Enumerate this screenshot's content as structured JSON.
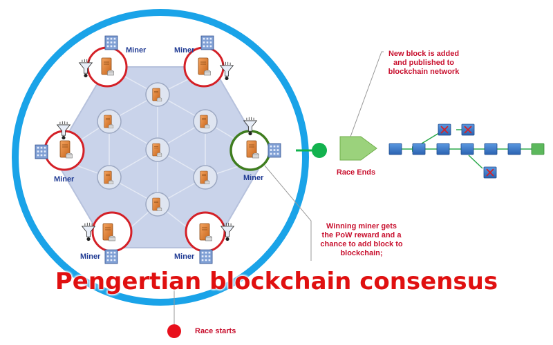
{
  "miner_label": "Miner",
  "notes": {
    "new_block": "New block is added\nand published to\nblockchain network",
    "winning_miner": "Winning miner gets\nthe PoW reward and a\nchance to add block to\nblockchain;",
    "race_ends": "Race Ends",
    "race_starts": "Race starts"
  },
  "title": "Pengertian blockchain consensus",
  "colors": {
    "ring": "#1aa3e8",
    "hexagon_fill": "#c9d3ea",
    "miner_circle": "#d42027",
    "winner_circle": "#3f7d1f",
    "race_end_dot": "#12b24e",
    "race_start_dot": "#e8101c",
    "pentagon": "#9bd27c",
    "block": "#3f7fcf",
    "last_block": "#5cb85c",
    "chain_link": "#2aa84a",
    "title": "#e01010",
    "note_text": "#c8102e",
    "miner_text": "#1f3a93"
  }
}
